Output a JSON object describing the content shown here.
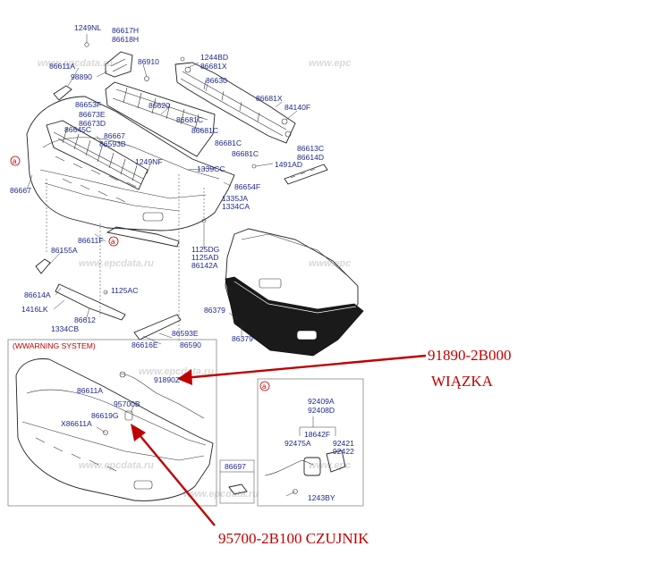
{
  "watermark": "www.epcdata.ru",
  "watermark_short": "www.epc",
  "labels": {
    "l1249NL": "1249NL",
    "l86617H": "86617H",
    "l86618H": "86618H",
    "l86910": "86910",
    "l86611A_top": "86611A",
    "l98890": "98890",
    "l1244BD": "1244BD",
    "l86681X_a": "86681X",
    "l86630": "86630",
    "l86620": "86620",
    "l86681X_b": "86681X",
    "l84140F": "84140F",
    "l86653F": "86653F",
    "l86673E": "86673E",
    "l86673D": "86673D",
    "l86645C": "86645C",
    "l86667_a": "86667",
    "l86593B": "86593B",
    "l86681C_1": "86681C",
    "l86681C_2": "86681C",
    "l86681C_3": "86681C",
    "l86681C_4": "86681C",
    "l86613C": "86613C",
    "l86614D": "86614D",
    "l1249NF": "1249NF",
    "l1339CC": "1339CC",
    "l1491AD": "1491AD",
    "l86667_b": "86667",
    "l86654F": "86654F",
    "l1335JA": "1335JA",
    "l1334CA": "1334CA",
    "l86611F": "86611F",
    "l86155A": "86155A",
    "l1125DG": "1125DG",
    "l1125AD": "1125AD",
    "l86142A": "86142A",
    "l86614A": "86614A",
    "l1125AC": "1125AC",
    "l1416LK": "1416LK",
    "l86612": "86612",
    "l1334CB": "1334CB",
    "l86379_a": "86379",
    "l86593E": "86593E",
    "l86379_b": "86379",
    "l86616E": "86616E",
    "l86590": "86590",
    "warning_system": "(WWARNING SYSTEM)",
    "l91890Z": "91890Z",
    "l86611A_low": "86611A",
    "l95700B": "95700B",
    "l86619G": "86619G",
    "lX86611A": "X86611A",
    "l86697": "86697",
    "l92409A": "92409A",
    "l92408D": "92408D",
    "l18642F": "18642F",
    "l92475A": "92475A",
    "l92421": "92421",
    "l92422": "92422",
    "l1243BY": "1243BY",
    "ref_a": "a"
  },
  "annotations": {
    "harness_part": "91890-2B000",
    "harness_name": "WIĄZKA",
    "sensor": "95700-2B100 CZUJNIK"
  }
}
